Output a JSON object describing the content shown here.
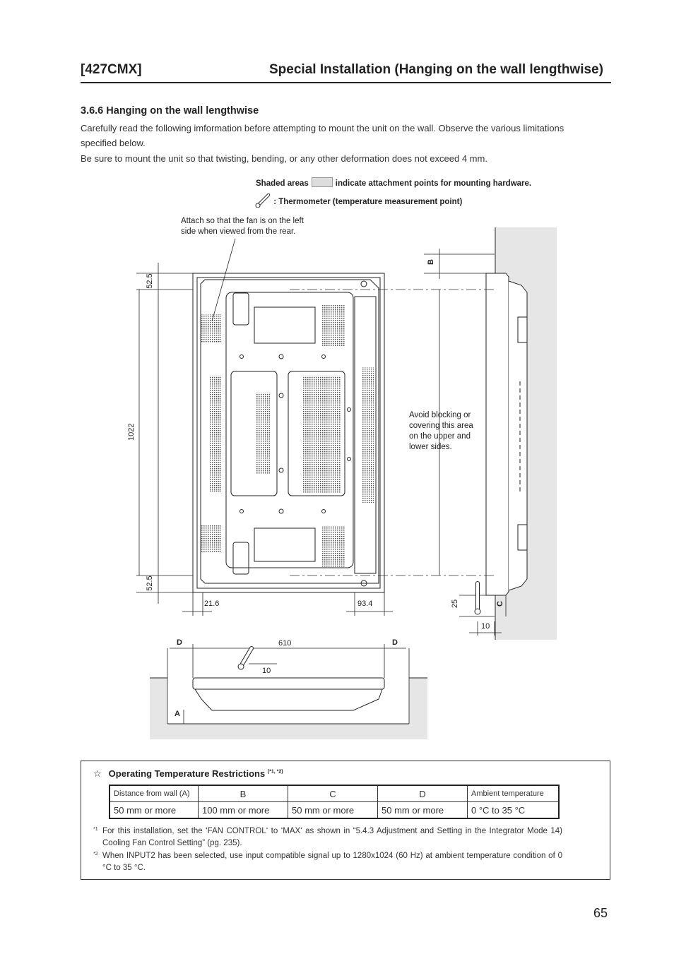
{
  "header": {
    "model": "[427CMX]",
    "title": "Special Installation (Hanging on the wall lengthwise)"
  },
  "section": {
    "title": "3.6.6 Hanging on the wall lengthwise",
    "para1_line1": "Carefully read the following imformation before attempting to mount the unit on the wall. Observe the various limitations",
    "para1_line2": "specified below.",
    "para2": "Be sure to mount the unit so that twisting, bending, or any other deformation does not exceed 4 mm."
  },
  "legend": {
    "shaded_prefix": "Shaded areas",
    "shaded_suffix": "indicate attachment points for mounting hardware.",
    "thermo": ": Thermometer (temperature measurement point)"
  },
  "diagram": {
    "fan_note_line1": "Attach so that the fan is on the left",
    "fan_note_line2": "side when viewed from the rear.",
    "avoid_note_line1": "Avoid blocking or",
    "avoid_note_line2": "covering this area",
    "avoid_note_line3": "on the upper and",
    "avoid_note_line4": "lower sides.",
    "dim_top": "52.5",
    "dim_height": "1022",
    "dim_bottom": "52.5",
    "dim_left": "21.6",
    "dim_right": "93.4",
    "dim_width": "610",
    "dim_thermo_bottom": "10",
    "dim_side_25": "25",
    "dim_side_10": "10",
    "label_a": "A",
    "label_b": "B",
    "label_c": "C",
    "label_d_left": "D",
    "label_d_right": "D"
  },
  "restrictions": {
    "star": "☆",
    "title": "Operating Temperature Restrictions",
    "title_refs": "(*1, *2)",
    "table": {
      "headers": [
        "Distance from wall (A)",
        "B",
        "C",
        "D",
        "Ambient temperature"
      ],
      "row": [
        "50 mm or more",
        "100 mm or more",
        "50 mm or more",
        "50 mm or more",
        "0 °C to 35 °C"
      ]
    },
    "foot1_mark": "*1",
    "foot1": "For this installation, set the ‘FAN CONTROL‘ to ‘MAX‘ as shown in “5.4.3 Adjustment and Setting in the Integrator Mode 14) Cooling Fan Control Setting” (pg. 235).",
    "foot2_mark": "*2",
    "foot2": "When INPUT2 has been selected, use input compatible signal up to 1280x1024 (60 Hz) at ambient temperature condition of 0 °C to 35 °C."
  },
  "page_number": "65"
}
